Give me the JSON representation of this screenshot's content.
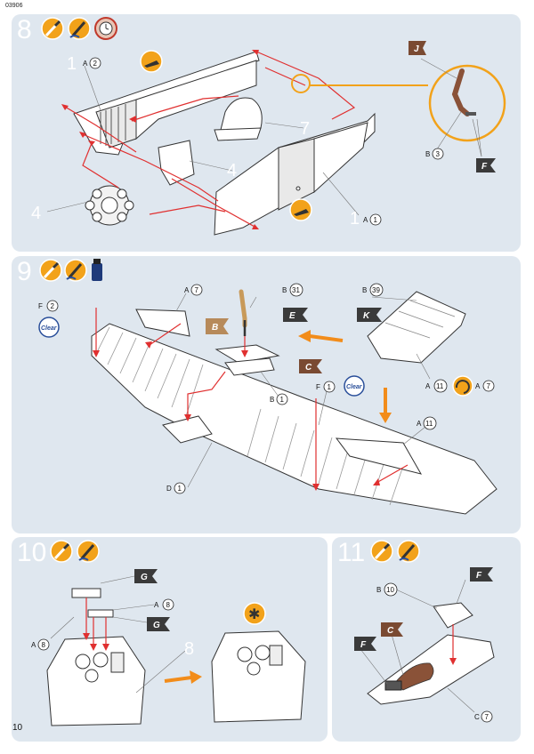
{
  "doc_code": "03906",
  "page_number": "10",
  "step8": {
    "number": "8",
    "labels": {
      "a2_letter": "A",
      "a2_num": "2",
      "a1_letter": "A",
      "a1_num": "1",
      "b3_letter": "B",
      "b3_num": "3",
      "big_1": "1",
      "big_4a": "4",
      "big_4b": "4",
      "big_7": "7",
      "big_1b": "1"
    },
    "flags": {
      "j": "J",
      "f": "F"
    }
  },
  "step9": {
    "number": "9",
    "labels": {
      "f2_letter": "F",
      "f2_num": "2",
      "a7_letter": "A",
      "a7_num": "7",
      "b31_letter": "B",
      "b31_num": "31",
      "b39_letter": "B",
      "b39_num": "39",
      "b1_letter": "B",
      "b1_num": "1",
      "f1_letter": "F",
      "f1_num": "1",
      "a11_letter": "A",
      "a11_num": "11",
      "a11b_letter": "A",
      "a11b_num": "11",
      "a7b_letter": "A",
      "a7b_num": "7",
      "d1_letter": "D",
      "d1_num": "1"
    },
    "flags": {
      "b": "B",
      "e": "E",
      "k": "K",
      "c": "C"
    },
    "clear_label": "Clear"
  },
  "step10": {
    "number": "10",
    "labels": {
      "a8_letter": "A",
      "a8_num": "8",
      "a8b_letter": "A",
      "a8b_num": "8",
      "big_8": "8"
    },
    "flags": {
      "g1": "G",
      "g2": "G"
    }
  },
  "step11": {
    "number": "11",
    "labels": {
      "b10_letter": "B",
      "b10_num": "10",
      "c7_letter": "C",
      "c7_num": "7"
    },
    "flags": {
      "f1": "F",
      "f2": "F",
      "c": "C"
    }
  },
  "colors": {
    "panel_bg": "#dfe7ef",
    "arrow_red": "#e03030",
    "icon_orange": "#f2a21a",
    "flag_dark": "#3a3a3a",
    "flag_brown": "#7a4a32",
    "flag_tan": "#b78a5a",
    "part_brown": "#8a5238"
  }
}
